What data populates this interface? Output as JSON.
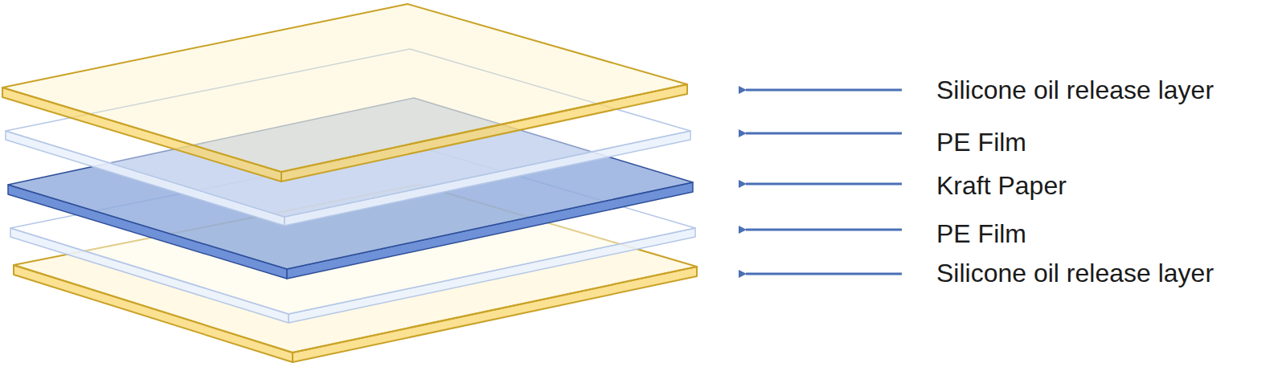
{
  "diagram": {
    "labels": [
      "Silicone oil release layer",
      "PE Film",
      "Kraft Paper",
      "PE Film",
      "Silicone oil release layer"
    ]
  }
}
